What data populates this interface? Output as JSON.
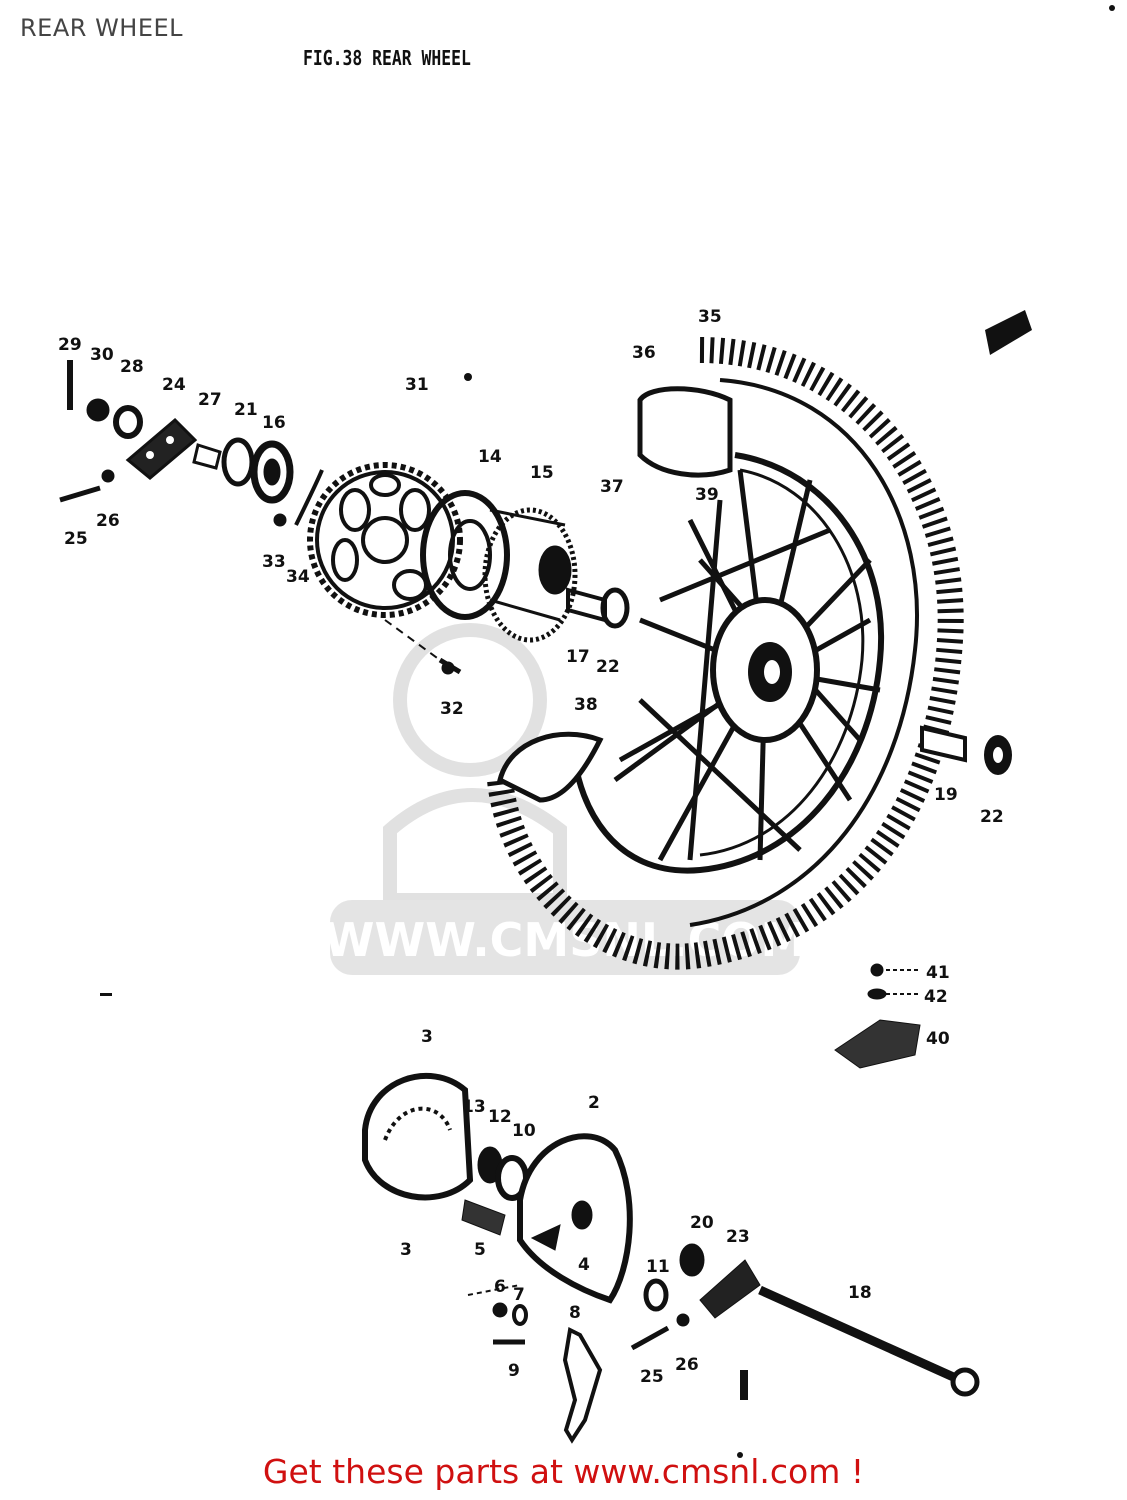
{
  "page_title": "REAR WHEEL",
  "figure_title": "FIG.38  REAR WHEEL",
  "watermark_text": "WWW.CMSNL.COM",
  "footer_text": "Get these parts at www.cmsnl.com !",
  "colors": {
    "footer": "#d01010",
    "ink": "#111111",
    "watermark": "#dcdcdc"
  },
  "callouts": [
    {
      "id": "c29",
      "label": "29"
    },
    {
      "id": "c30",
      "label": "30"
    },
    {
      "id": "c28",
      "label": "28"
    },
    {
      "id": "c24",
      "label": "24"
    },
    {
      "id": "c27",
      "label": "27"
    },
    {
      "id": "c21",
      "label": "21"
    },
    {
      "id": "c16",
      "label": "16"
    },
    {
      "id": "c31",
      "label": "31"
    },
    {
      "id": "c14",
      "label": "14"
    },
    {
      "id": "c15",
      "label": "15"
    },
    {
      "id": "c35",
      "label": "35"
    },
    {
      "id": "c36",
      "label": "36"
    },
    {
      "id": "c37",
      "label": "37"
    },
    {
      "id": "c39",
      "label": "39"
    },
    {
      "id": "c25a",
      "label": "25"
    },
    {
      "id": "c26a",
      "label": "26"
    },
    {
      "id": "c33",
      "label": "33"
    },
    {
      "id": "c34",
      "label": "34"
    },
    {
      "id": "c17",
      "label": "17"
    },
    {
      "id": "c22a",
      "label": "22"
    },
    {
      "id": "c32",
      "label": "32"
    },
    {
      "id": "c38",
      "label": "38"
    },
    {
      "id": "c19",
      "label": "19"
    },
    {
      "id": "c22b",
      "label": "22"
    },
    {
      "id": "c41",
      "label": "41"
    },
    {
      "id": "c42",
      "label": "42"
    },
    {
      "id": "c40",
      "label": "40"
    },
    {
      "id": "c3a",
      "label": "3"
    },
    {
      "id": "c13",
      "label": "13"
    },
    {
      "id": "c12",
      "label": "12"
    },
    {
      "id": "c10",
      "label": "10"
    },
    {
      "id": "c2",
      "label": "2"
    },
    {
      "id": "c3b",
      "label": "3"
    },
    {
      "id": "c5",
      "label": "5"
    },
    {
      "id": "c20",
      "label": "20"
    },
    {
      "id": "c23",
      "label": "23"
    },
    {
      "id": "c6",
      "label": "6"
    },
    {
      "id": "c7",
      "label": "7"
    },
    {
      "id": "c4",
      "label": "4"
    },
    {
      "id": "c11",
      "label": "11"
    },
    {
      "id": "c18",
      "label": "18"
    },
    {
      "id": "c8",
      "label": "8"
    },
    {
      "id": "c9",
      "label": "9"
    },
    {
      "id": "c25b",
      "label": "25"
    },
    {
      "id": "c26b",
      "label": "26"
    }
  ]
}
